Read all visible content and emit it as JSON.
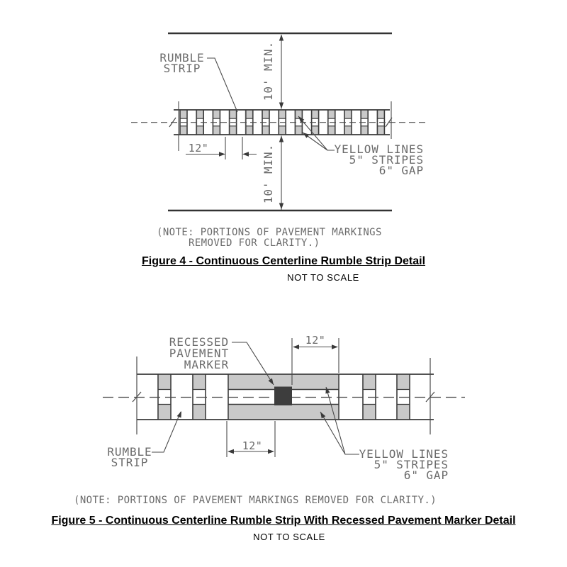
{
  "figure4": {
    "rumble_strip_label": {
      "line1": "RUMBLE",
      "line2": "STRIP"
    },
    "clearance_dim_upper": "10' MIN.",
    "clearance_dim_lower": "10' MIN.",
    "spacing_dim": "12\"",
    "yellow_lines_label": {
      "line1": "YELLOW LINES",
      "line2": "5\" STRIPES",
      "line3": "6\" GAP"
    },
    "note": {
      "line1": "(NOTE: PORTIONS OF PAVEMENT MARKINGS",
      "line2": "REMOVED FOR CLARITY.)"
    },
    "caption": "Figure 4 - Continuous Centerline Rumble Strip Detail",
    "scale_label": "NOT TO SCALE"
  },
  "figure5": {
    "recessed_marker_label": {
      "line1": "RECESSED",
      "line2": "PAVEMENT",
      "line3": "MARKER"
    },
    "offset_dim_top": "12\"",
    "offset_dim_bottom": "12\"",
    "rumble_strip_label": {
      "line1": "RUMBLE",
      "line2": "STRIP"
    },
    "yellow_lines_label": {
      "line1": "YELLOW LINES",
      "line2": "5\" STRIPES",
      "line3": "6\" GAP"
    },
    "note": "(NOTE: PORTIONS OF PAVEMENT MARKINGS REMOVED FOR CLARITY.)",
    "caption": "Figure 5 - Continuous Centerline Rumble Strip With Recessed Pavement Marker Detail",
    "scale_label": "NOT TO SCALE"
  },
  "colors": {
    "line": "#3a3a3a",
    "thin_line": "#4a4a4a",
    "yellow_line_fill": "#c9c9c9",
    "recessed_marker_fill": "#3d3d3d",
    "cad_text": "#6b6b6b",
    "caption_text": "#000000"
  }
}
